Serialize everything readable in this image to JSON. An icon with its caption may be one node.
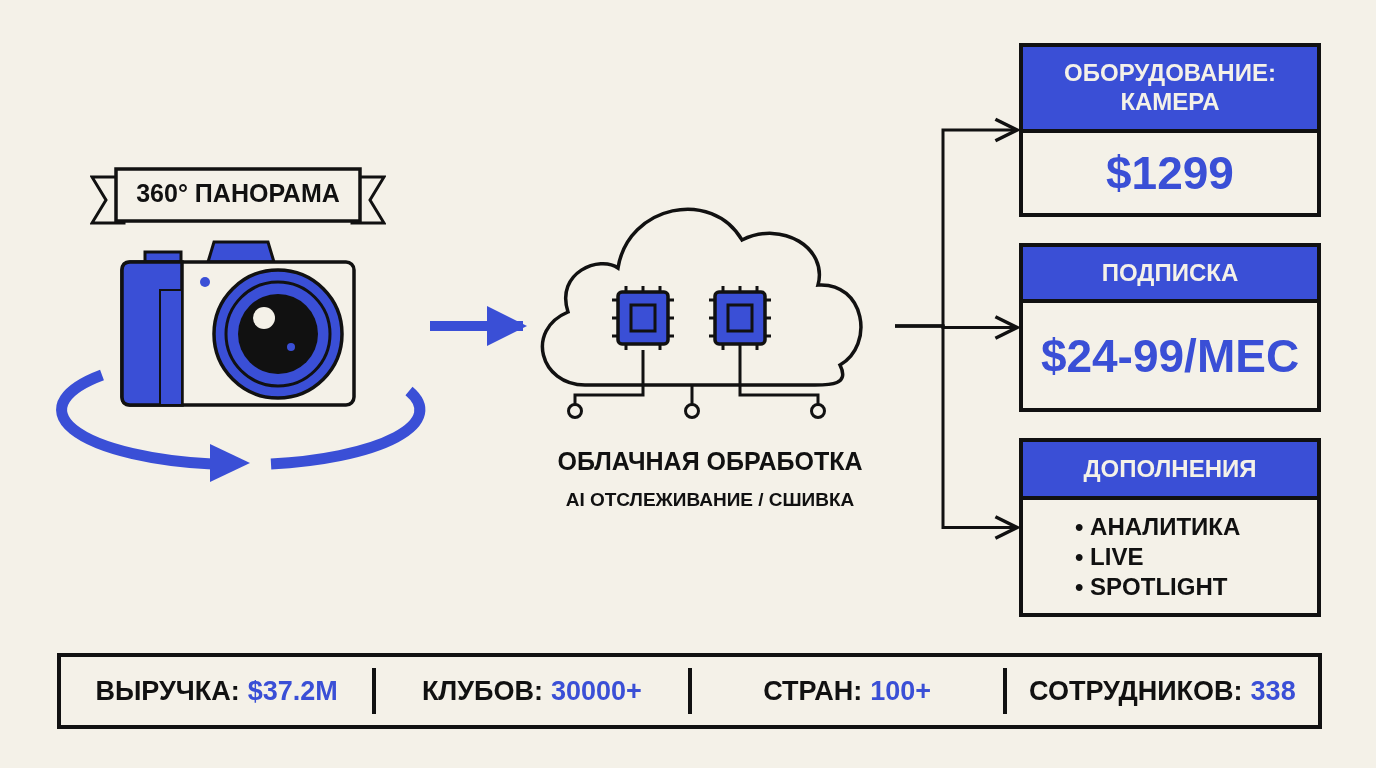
{
  "diagram": {
    "nodes": [
      {
        "text": [
          "360° ПАНОРАМА"
        ]
      },
      {
        "text": [],
        "shape": "picture"
      },
      {
        "text": [
          "ОБЛАЧНАЯ ОБРАБОТКА",
          "AI ОТСЛЕЖИВАНИЕ / СШИВКА"
        ]
      },
      {
        "text": [
          "ОБОРУДОВАНИЕ: КАМЕРА",
          "$1299"
        ]
      },
      {
        "text": [
          "ПОДПИСКА",
          "$24-99/МЕС"
        ]
      },
      {
        "text": [
          "ДОПОЛНЕНИЯ",
          "• АНАЛИТИКА",
          "• LIVE",
          "• SPOTLIGHT"
        ]
      },
      {
        "text": [
          "ВЫРУЧКА:",
          "$37.2M",
          "КЛУБОВ:",
          "30000+",
          "СТРАН:",
          "100+",
          "СОТРУДНИКОВ:",
          "338"
        ]
      }
    ],
    "edges": [
      {
        "from": 1,
        "to": 2,
        "arrow": "to",
        "style": "thick",
        "color": "#3a4fd6"
      },
      {
        "from": 2,
        "to": 3,
        "arrow": "to"
      },
      {
        "from": 2,
        "to": 4,
        "arrow": "to"
      },
      {
        "from": 2,
        "to": 5,
        "arrow": "to"
      }
    ]
  }
}
